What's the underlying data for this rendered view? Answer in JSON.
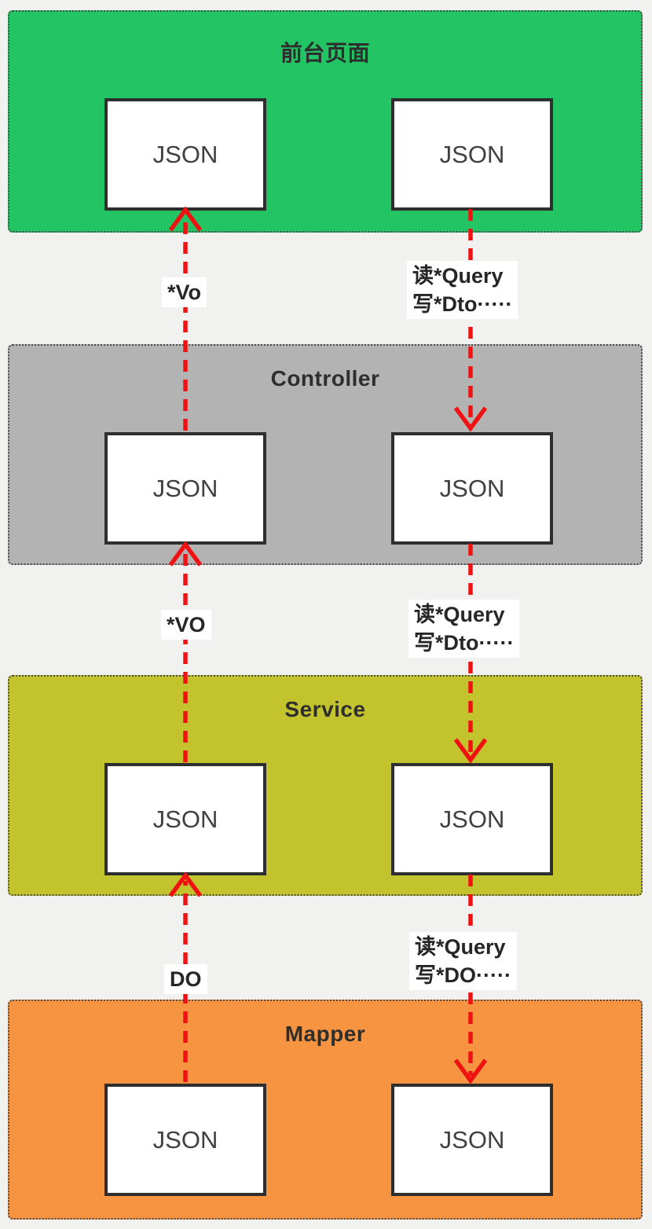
{
  "layers": [
    {
      "title": "前台页面",
      "color": "#22c463",
      "boxes": [
        "JSON",
        "JSON"
      ]
    },
    {
      "title": "Controller",
      "color": "#b3b3b3",
      "boxes": [
        "JSON",
        "JSON"
      ]
    },
    {
      "title": "Service",
      "color": "#c3c42d",
      "boxes": [
        "JSON",
        "JSON"
      ]
    },
    {
      "title": "Mapper",
      "color": "#f79441",
      "boxes": [
        "JSON",
        "JSON"
      ]
    }
  ],
  "up_labels": [
    "*Vo",
    "*VO",
    "DO"
  ],
  "down_labels": [
    {
      "line1": "读*Query",
      "line2": "写*Dto·····"
    },
    {
      "line1": "读*Query",
      "line2": "写*Dto·····"
    },
    {
      "line1": "读*Query",
      "line2": "写*DO·····"
    }
  ],
  "colors": {
    "arrow": "#f01212",
    "box_background": "#ffffff",
    "box_border": "#2e2e2e",
    "page_background": "#f1f1ef",
    "label_text": "#262626"
  }
}
